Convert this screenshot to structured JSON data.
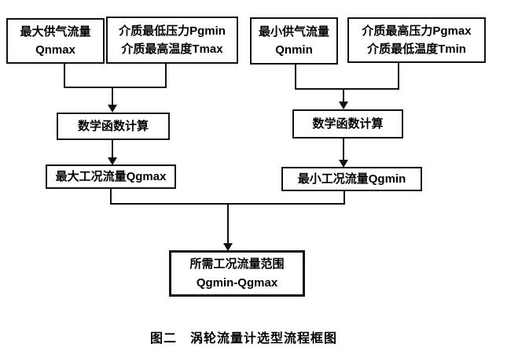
{
  "flowchart": {
    "nodes": {
      "qnmax": {
        "line1": "最大供气流量",
        "line2": "Qnmax"
      },
      "pgmin_tmax": {
        "line1": "介质最低压力Pgmin",
        "line2": "介质最高温度Tmax"
      },
      "qnmin": {
        "line1": "最小供气流量",
        "line2": "Qnmin"
      },
      "pgmax_tmin": {
        "line1": "介质最高压力Pgmax",
        "line2": "介质最低温度Tmin"
      },
      "calc_left": {
        "line1": "数学函数计算"
      },
      "calc_right": {
        "line1": "数学函数计算"
      },
      "qgmax": {
        "line1": "最大工况流量Qgmax"
      },
      "qgmin": {
        "line1": "最小工况流量Qgmin"
      },
      "range": {
        "line1": "所需工况流量范围",
        "line2": "Qgmin-Qgmax"
      }
    },
    "caption": "图二　涡轮流量计选型流程框图",
    "colors": {
      "line": "#111111",
      "box_border": "#111111",
      "text": "#000000",
      "background": "#ffffff"
    }
  }
}
